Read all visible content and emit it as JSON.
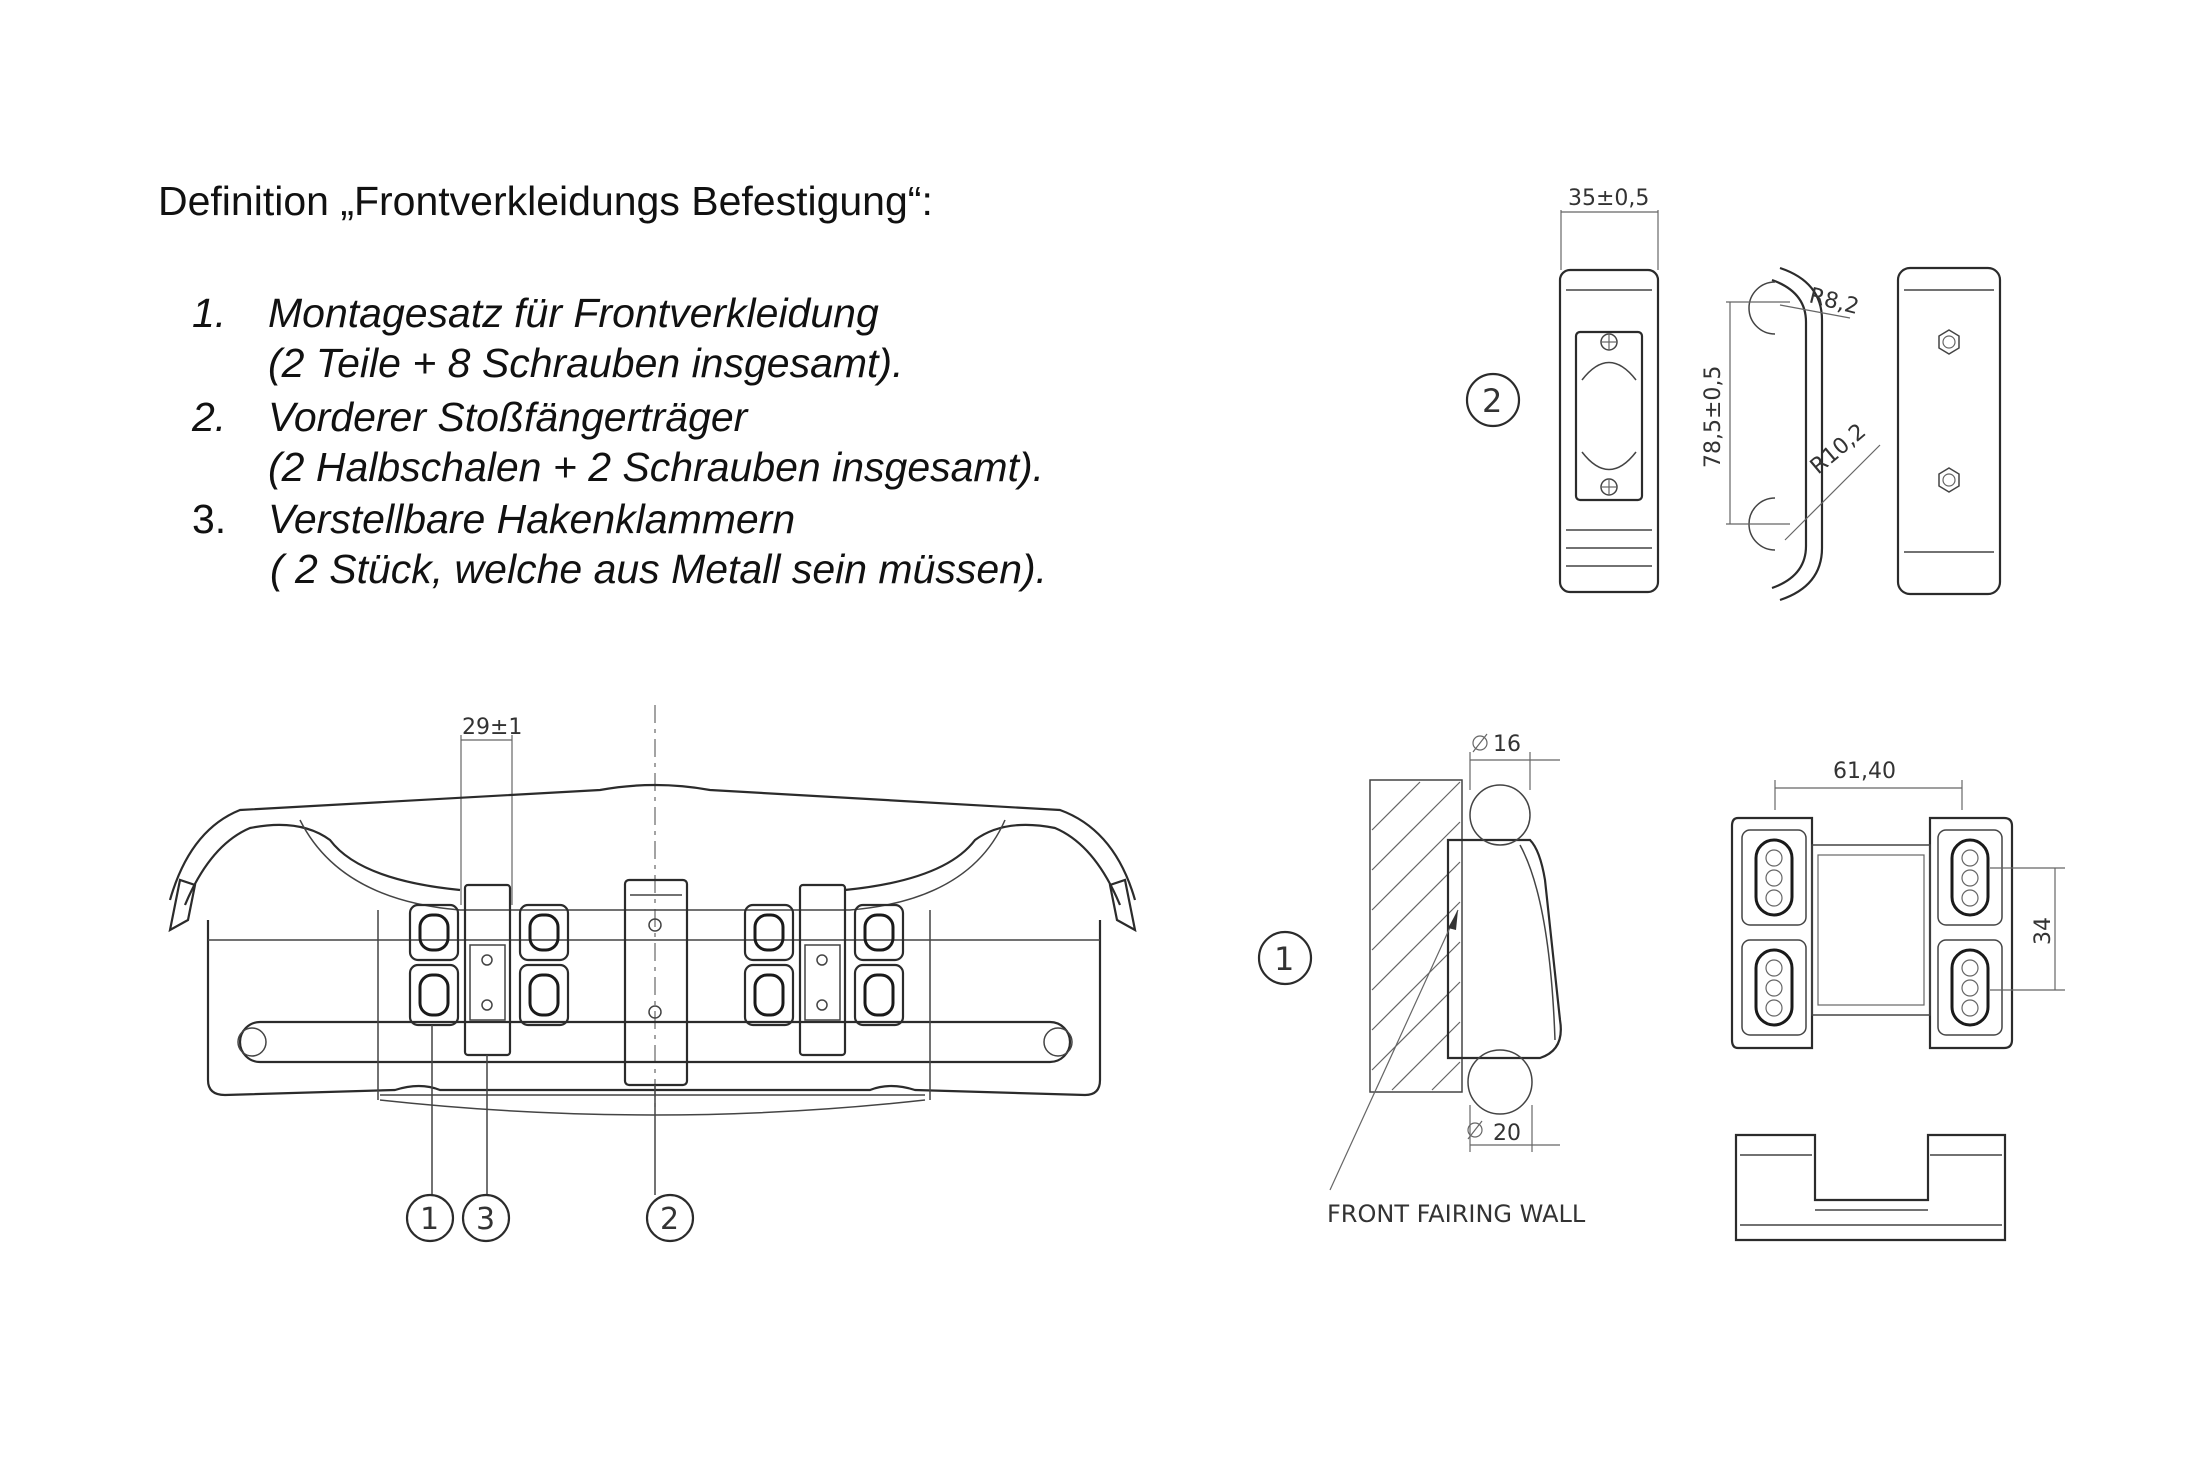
{
  "heading": "Definition „Frontverkleidungs Befestigung“:",
  "items": [
    {
      "number": "1.",
      "title": "Montagesatz für Frontverkleidung",
      "detail": "(2 Teile + 8 Schrauben insgesamt)."
    },
    {
      "number": "2.",
      "title": "Vorderer Stoßfängerträger",
      "detail": "(2 Halbschalen + 2 Schrauben insgesamt)."
    },
    {
      "number": "3.",
      "title": "Verstellbare Hakenklammern",
      "detail": "( 2 Stück, welche aus Metall sein müssen)."
    }
  ],
  "callouts": {
    "one": "1",
    "two": "2",
    "three": "3"
  },
  "dimensions": {
    "width_35": "35±0,5",
    "radius_82": "R8,2",
    "height_785": "78,5±0,5",
    "radius_102": "R10,2",
    "spacing_29": "29±1",
    "diameter_16": "16",
    "diameter_20": "20",
    "spacing_6140": "61,40",
    "height_34": "34"
  },
  "labels": {
    "front_fairing_wall": "FRONT FAIRING WALL"
  }
}
